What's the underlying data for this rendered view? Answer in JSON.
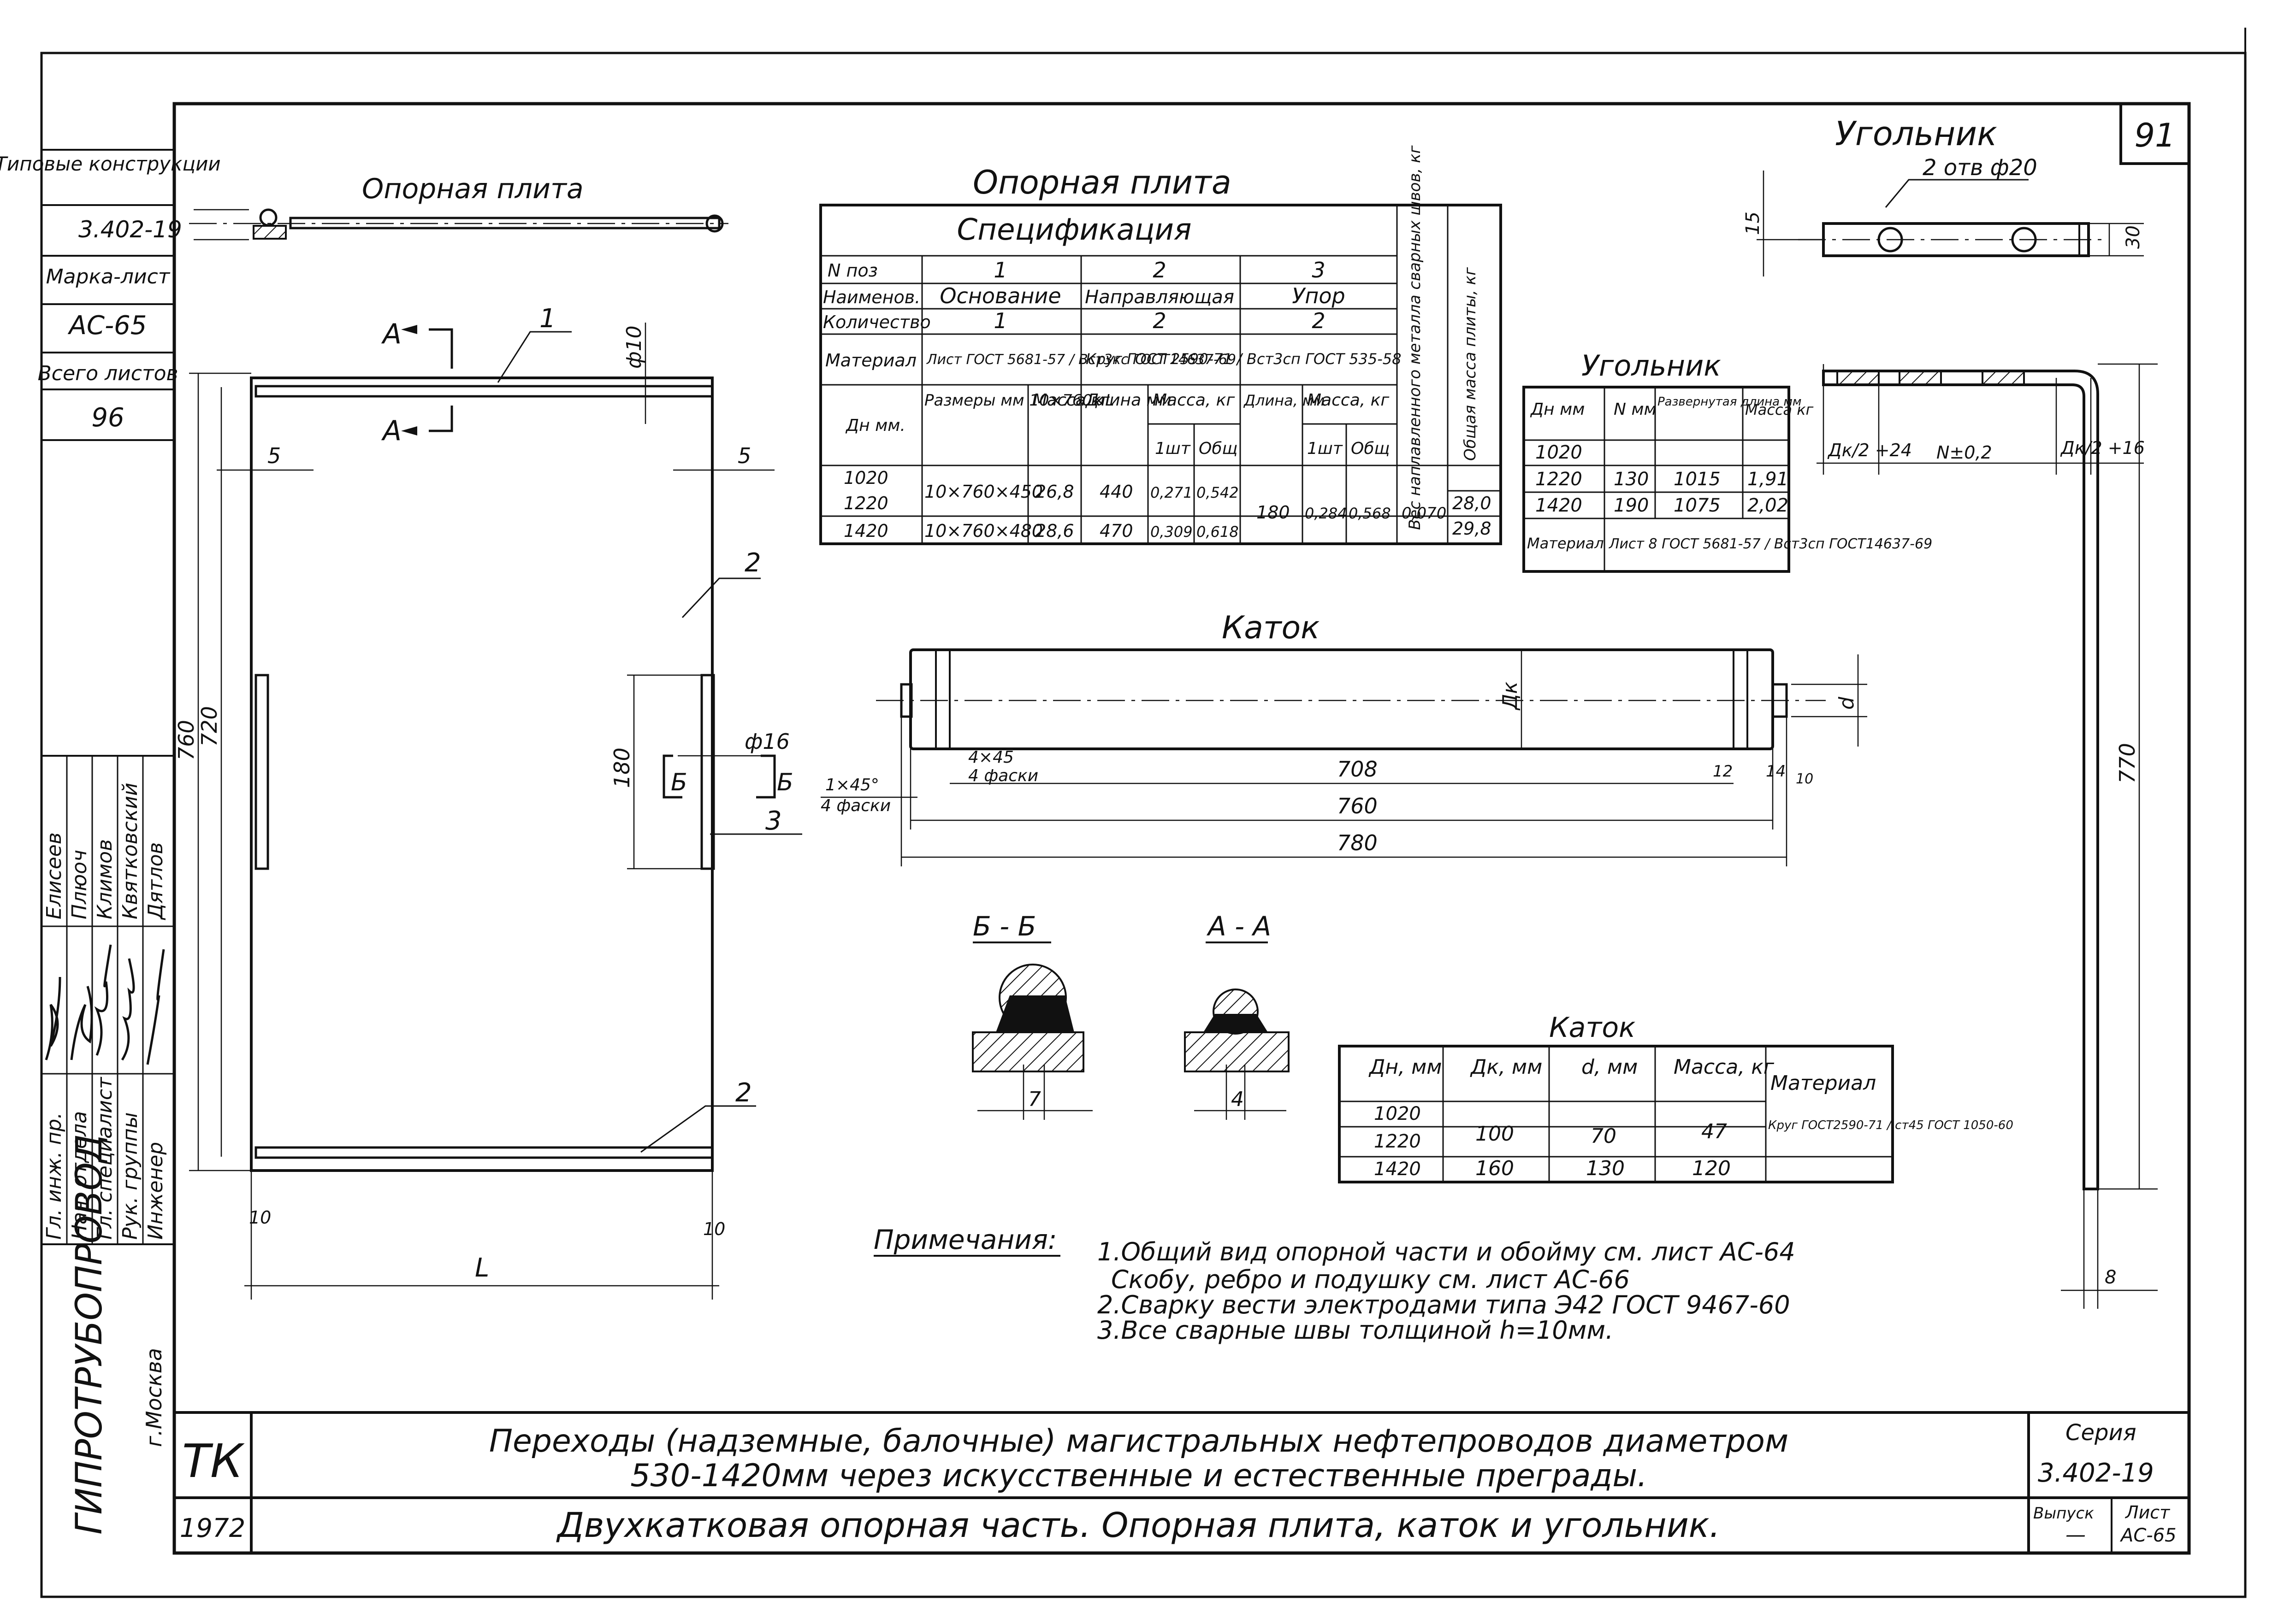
{
  "sheet_number": "91",
  "left_strip": {
    "typical_structures": "Типовые конструкции",
    "series": "3.402-19",
    "mark_sheet_label": "Марка-лист",
    "mark_sheet": "АС-65",
    "total_sheets_label": "Всего листов",
    "total_sheets": "96",
    "roles": [
      "Гл. инж. пр.",
      "Нач. отдела",
      "Гл. специалист",
      "Рук. группы",
      "Инженер"
    ],
    "names": [
      "Елисеев",
      "Плюоч",
      "Климов",
      "Квятковский",
      "Дятлов"
    ],
    "organization": "ГИПРОТРУБОПРОВОД",
    "city": "г.Москва"
  },
  "plate_view": {
    "title": "Опорная плита",
    "callouts": [
      "1",
      "2",
      "2",
      "3"
    ],
    "section_a": "А",
    "section_b": "Б",
    "dims": {
      "d10": "ф10",
      "five_left": "5",
      "five_right": "5",
      "h760": "760",
      "h720": "720",
      "h180": "180",
      "d16": "ф16",
      "bottom10_left": "10",
      "bottom10_right": "10",
      "width_L": "L"
    }
  },
  "spec_table": {
    "heading": "Опорная плита",
    "title": "Спецификация",
    "row_labels": [
      "N поз",
      "Наименов.",
      "Количество",
      "Материал"
    ],
    "positions": [
      "1",
      "2",
      "3"
    ],
    "names": [
      "Основание",
      "Направляющая",
      "Упор"
    ],
    "quantities": [
      "1",
      "2",
      "2"
    ],
    "material_1": "Лист ГОСТ 5681-57 / Вст3кс ГОСТ14637-69",
    "material_23": "Круг ГОСТ 2590-71 / Вст3сп ГОСТ 535-58",
    "col_weld": "Вес наплавленного металла сварных швов, кг",
    "col_total": "Общая масса плиты, кг",
    "subheads": [
      "Дн мм.",
      "Размеры мм 10×760×L",
      "Масса кг",
      "Длина мм",
      "Масса, кг",
      "1шт",
      "Общ",
      "Длина, мм",
      "Масса, кг",
      "1шт",
      "Общ"
    ],
    "dn": [
      "1020",
      "1220",
      "1420"
    ],
    "size_1020_1220": "10×760×450",
    "size_1420": "10×760×480",
    "mass_1020_1220": "26,8",
    "mass_1420": "28,6",
    "len2_1020_1220": "440",
    "len2_1420": "470",
    "m2_one_a": "0,271",
    "m2_tot_a": "0,542",
    "m2_one_b": "0,309",
    "m2_tot_b": "0,618",
    "len3": "180",
    "m3_one": "0,284",
    "m3_tot": "0,568",
    "weld": "0,070",
    "total_a": "28,0",
    "total_b": "29,8"
  },
  "angle_table": {
    "title": "Угольник",
    "headers": [
      "Дн мм",
      "N мм",
      "Развернутая длина мм",
      "Масса кг"
    ],
    "rows": [
      [
        "1020",
        "",
        "",
        ""
      ],
      [
        "1220",
        "130",
        "1015",
        "1,91"
      ],
      [
        "1420",
        "190",
        "1075",
        "2,02"
      ]
    ],
    "material_label": "Материал",
    "material": "Лист 8 ГОСТ 5681-57 / Вст3сп ГОСТ14637-69"
  },
  "angle_view": {
    "title": "Угольник",
    "holes": "2 отв ф20",
    "d15": "15",
    "d30": "30",
    "dk_left": "Дк/2 +24",
    "n_tol": "N±0,2",
    "dk_right": "Дк/2 +16",
    "d770": "770",
    "d8": "8"
  },
  "roller_view": {
    "title": "Каток",
    "dk": "Дк",
    "d": "d",
    "chamfer_small": "4×45",
    "chamfer_small_2": "4 фаски",
    "chamfer_big": "1×45°",
    "chamfer_big_2": "4 фаски",
    "len708": "708",
    "len12": "12",
    "len14": "14",
    "len10": "10",
    "len760": "760",
    "len780": "780"
  },
  "sections": {
    "bb": "Б - Б",
    "aa": "А - А",
    "bb_dim": "7",
    "aa_dim": "4"
  },
  "roller_table": {
    "title": "Каток",
    "headers": [
      "Дн, мм",
      "Дк, мм",
      "d, мм",
      "Масса, кг",
      "Материал"
    ],
    "dn": [
      "1020",
      "1220",
      "1420"
    ],
    "dk_a": "100",
    "dk_b": "160",
    "d_a": "70",
    "d_b": "130",
    "m_a": "47",
    "m_b": "120",
    "material": "Круг ГОСТ2590-71 / ст45 ГОСТ 1050-60"
  },
  "notes": {
    "title": "Примечания:",
    "lines": [
      "1.Общий вид опорной части и обойму см. лист АС-64",
      "Скобу, ребро и подушку см. лист АС-66",
      "2.Сварку вести электродами типа Э42 ГОСТ 9467-60",
      "3.Все сварные швы толщиной h=10мм."
    ]
  },
  "title_block": {
    "tk": "ТК",
    "year": "1972",
    "project_line1": "Переходы (надземные, балочные) магистральных нефтепроводов диаметром",
    "project_line2": "530-1420мм через искусственные и естественные преграды.",
    "drawing_title": "Двухкатковая опорная часть. Опорная плита, каток и угольник.",
    "series_label": "Серия",
    "series_value": "3.402-19",
    "issue_label": "Выпуск",
    "issue_value": "—",
    "sheet_label": "Лист",
    "sheet_value": "АС-65"
  }
}
